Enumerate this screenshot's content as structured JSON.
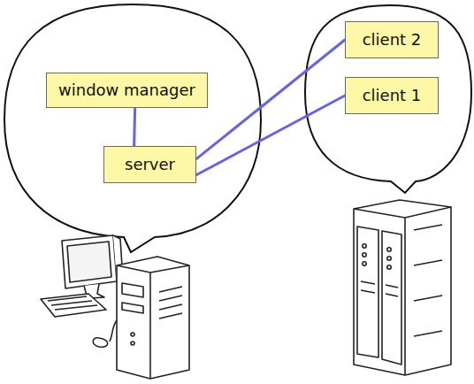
{
  "diagram": {
    "nodes": [
      {
        "text": [
          "window manager"
        ]
      },
      {
        "text": [
          "server"
        ]
      },
      {
        "text": [
          "client 2"
        ]
      },
      {
        "text": [
          "client 1"
        ]
      }
    ],
    "edges": [
      {
        "from": 0,
        "to": 1,
        "arrow": "none"
      },
      {
        "from": 1,
        "to": 2,
        "arrow": "none"
      },
      {
        "from": 1,
        "to": 3,
        "arrow": "none"
      }
    ]
  }
}
